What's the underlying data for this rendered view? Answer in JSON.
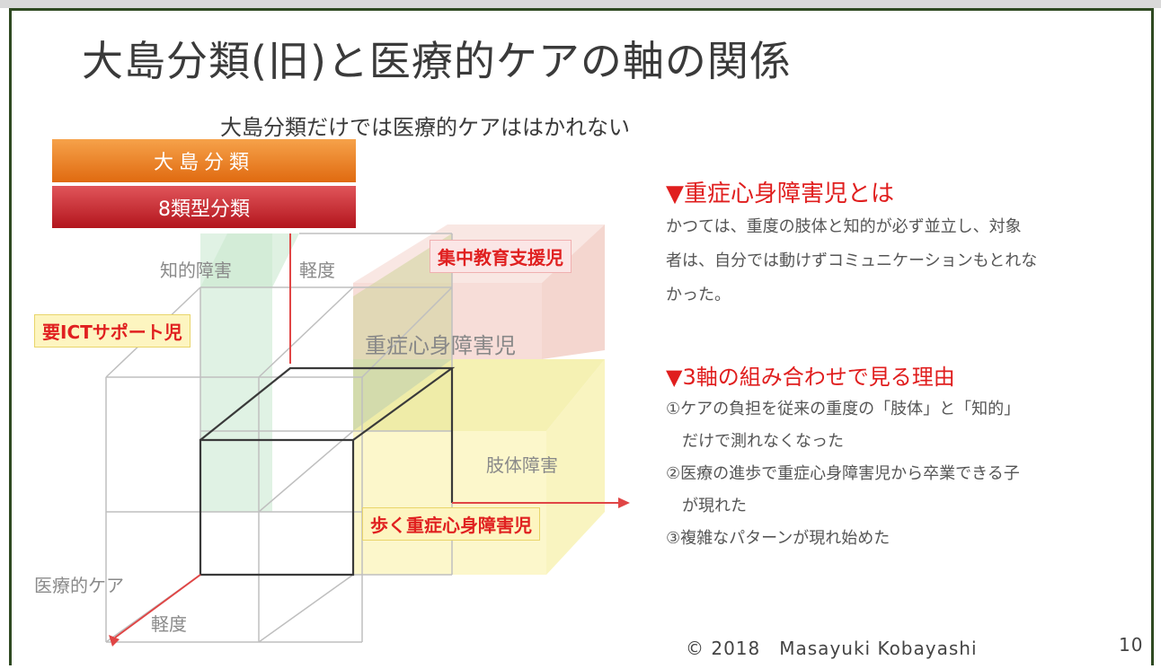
{
  "slide": {
    "title": "大島分類(旧)と医療的ケアの軸の関係",
    "subtitle": "大島分類だけでは医療的ケアははかれない",
    "badge_orange": "大島分類",
    "badge_red": "8類型分類"
  },
  "cube": {
    "labels": {
      "intellectual": "知的障害",
      "mild_top": "軽度",
      "severe": "重症心身障害児",
      "physical": "肢体障害",
      "medical": "医療的ケア",
      "mild_bottom": "軽度"
    },
    "tags": {
      "intensive": "集中教育支援児",
      "ict": "要ICTサポート児",
      "walking": "歩く重症心身障害児"
    }
  },
  "section1": {
    "heading": "▼重症心身障害児とは",
    "lines": [
      "かつては、重度の肢体と知的が必ず並立し、対象",
      "者は、自分では動けずコミュニケーションもとれな",
      "かった。"
    ]
  },
  "section2": {
    "heading": "▼3軸の組み合わせで見る理由",
    "items": [
      "①ケアの負担を従来の重度の「肢体」と「知的」",
      "　だけで測れなくなった",
      "②医療の進歩で重症心身障害児から卒業できる子",
      "　が現れた",
      "③複雑なパターンが現れ始めた"
    ]
  },
  "footer": {
    "copyright": "© 2018　Masayuki Kobayashi",
    "page": "10"
  },
  "colors": {
    "title_text": "#3a3a3a",
    "accent_red": "#e01e1e",
    "frame_green": "#2f4a22",
    "orange": "#e06a10",
    "dark_red": "#b3151d"
  }
}
